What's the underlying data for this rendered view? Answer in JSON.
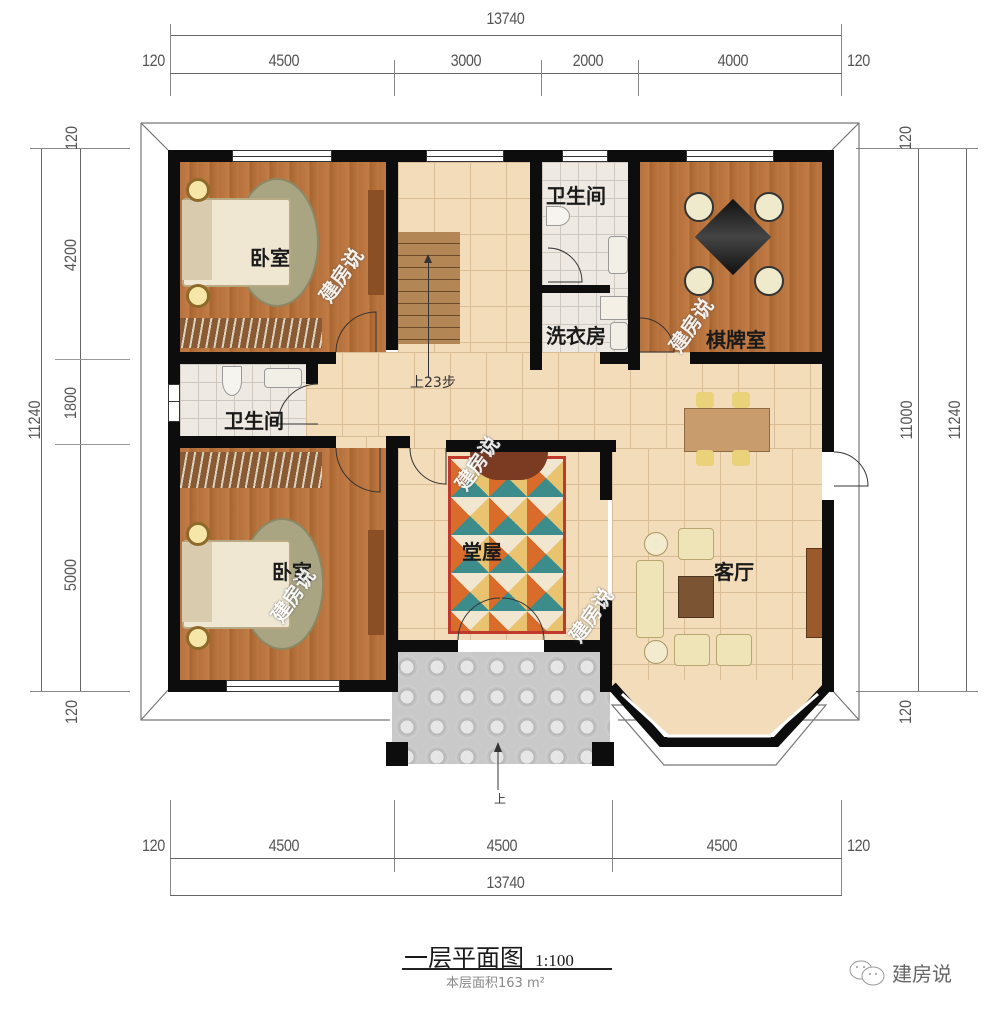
{
  "drawing": {
    "title": "一层平面图",
    "scale": "1:100",
    "area_note": "本层面积163 m²",
    "brand": "建房说",
    "brand_icon": "wechat-icon",
    "watermark": "建房说"
  },
  "dimensions": {
    "top": {
      "total": "13740",
      "segments": [
        "120",
        "4500",
        "3000",
        "2000",
        "4000",
        "120"
      ]
    },
    "bottom": {
      "total": "13740",
      "segments": [
        "120",
        "4500",
        "4500",
        "4500",
        "120"
      ]
    },
    "left": {
      "total": "11240",
      "segments": [
        "120",
        "4200",
        "1800",
        "5000",
        "120"
      ]
    },
    "right": {
      "total": "11240",
      "inner": "11000",
      "segments": [
        "120",
        "120"
      ]
    }
  },
  "rooms": [
    {
      "id": "bedroom-1",
      "label": "卧室"
    },
    {
      "id": "stair",
      "label": "上23步"
    },
    {
      "id": "bathroom-1",
      "label": "卫生间"
    },
    {
      "id": "laundry",
      "label": "洗衣房"
    },
    {
      "id": "mahjong-room",
      "label": "棋牌室"
    },
    {
      "id": "bathroom-2",
      "label": "卫生间"
    },
    {
      "id": "bedroom-2",
      "label": "卧室"
    },
    {
      "id": "main-hall",
      "label": "堂屋"
    },
    {
      "id": "living-room",
      "label": "客厅"
    },
    {
      "id": "entrance",
      "label": "上"
    }
  ]
}
